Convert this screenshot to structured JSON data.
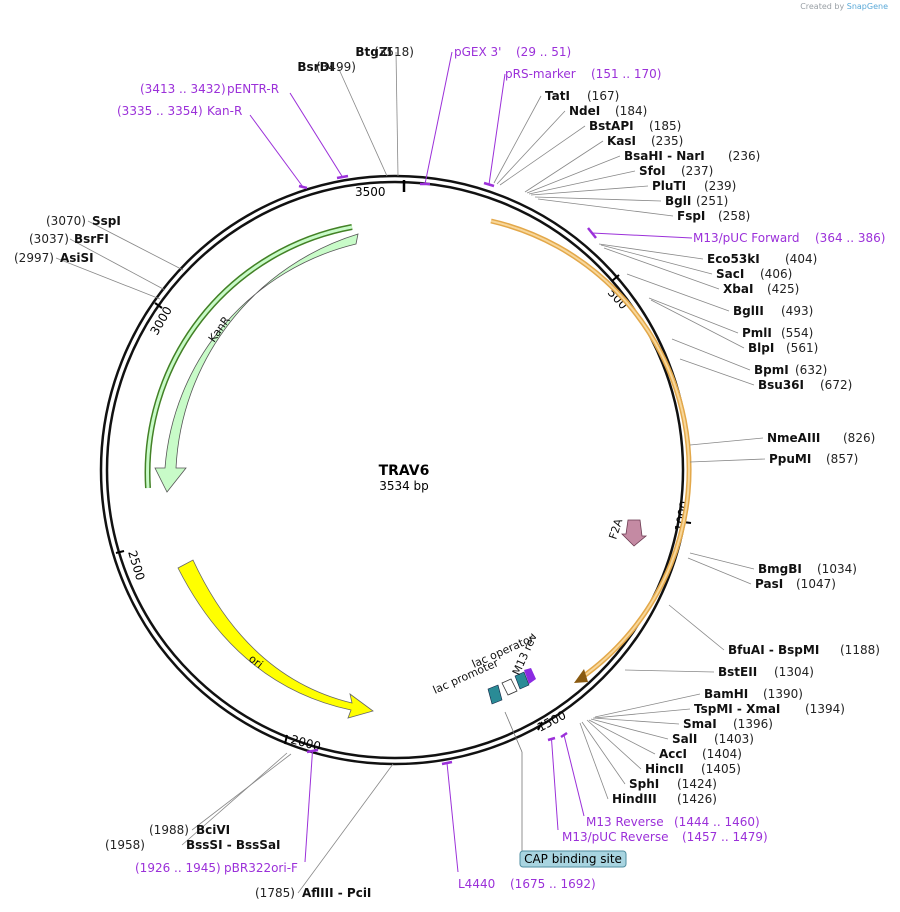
{
  "credit": {
    "prefix": "Created by",
    "brand": "SnapGene"
  },
  "plasmid": {
    "name": "TRAV6",
    "length_label": "3534 bp",
    "length": 3534
  },
  "colors": {
    "primer": "#9b30d9",
    "backbone": "#111111",
    "kanr": "#c8fbc8",
    "ori": "#ffff00",
    "f2a": "#c48aa3",
    "cds": "#f5c06b",
    "lac": "#2a8b96",
    "cap": "#a8d4e0"
  },
  "ticks": [
    "500",
    "1000",
    "1500",
    "2000",
    "2500",
    "3000",
    "3500"
  ],
  "enzymes": [
    {
      "name": "BtgZI",
      "pos": "(3518)"
    },
    {
      "name": "BsrDI",
      "pos": "(3499)"
    },
    {
      "name": "TatI",
      "pos": "(167)"
    },
    {
      "name": "NdeI",
      "pos": "(184)"
    },
    {
      "name": "BstAPI",
      "pos": "(185)"
    },
    {
      "name": "KasI",
      "pos": "(235)"
    },
    {
      "name": "BsaHI - NarI",
      "pos": "(236)"
    },
    {
      "name": "SfoI",
      "pos": "(237)"
    },
    {
      "name": "PluTI",
      "pos": "(239)"
    },
    {
      "name": "BglI",
      "pos": "(251)"
    },
    {
      "name": "FspI",
      "pos": "(258)"
    },
    {
      "name": "Eco53kI",
      "pos": "(404)"
    },
    {
      "name": "SacI",
      "pos": "(406)"
    },
    {
      "name": "XbaI",
      "pos": "(425)"
    },
    {
      "name": "BglII",
      "pos": "(493)"
    },
    {
      "name": "PmlI",
      "pos": "(554)"
    },
    {
      "name": "BlpI",
      "pos": "(561)"
    },
    {
      "name": "BpmI",
      "pos": "(632)"
    },
    {
      "name": "Bsu36I",
      "pos": "(672)"
    },
    {
      "name": "NmeAIII",
      "pos": "(826)"
    },
    {
      "name": "PpuMI",
      "pos": "(857)"
    },
    {
      "name": "BmgBI",
      "pos": "(1034)"
    },
    {
      "name": "PasI",
      "pos": "(1047)"
    },
    {
      "name": "BfuAI - BspMI",
      "pos": "(1188)"
    },
    {
      "name": "BstEII",
      "pos": "(1304)"
    },
    {
      "name": "BamHI",
      "pos": "(1390)"
    },
    {
      "name": "TspMI - XmaI",
      "pos": "(1394)"
    },
    {
      "name": "SmaI",
      "pos": "(1396)"
    },
    {
      "name": "SalI",
      "pos": "(1403)"
    },
    {
      "name": "AccI",
      "pos": "(1404)"
    },
    {
      "name": "HincII",
      "pos": "(1405)"
    },
    {
      "name": "SphI",
      "pos": "(1424)"
    },
    {
      "name": "HindIII",
      "pos": "(1426)"
    },
    {
      "name": "AflIII - PciI",
      "pos": "(1785)"
    },
    {
      "name": "BssSI - BssSaI",
      "pos": "(1958)"
    },
    {
      "name": "BciVI",
      "pos": "(1988)"
    },
    {
      "name": "AsiSI",
      "pos": "(2997)"
    },
    {
      "name": "BsrFI",
      "pos": "(3037)"
    },
    {
      "name": "SspI",
      "pos": "(3070)"
    }
  ],
  "primers": [
    {
      "name": "pGEX 3'",
      "range": "(29 .. 51)"
    },
    {
      "name": "pRS-marker",
      "range": "(151 .. 170)"
    },
    {
      "name": "M13/pUC Forward",
      "range": "(364 .. 386)"
    },
    {
      "name": "M13 Reverse",
      "range": "(1444 .. 1460)"
    },
    {
      "name": "M13/pUC Reverse",
      "range": "(1457 .. 1479)"
    },
    {
      "name": "L4440",
      "range": "(1675 .. 1692)"
    },
    {
      "name": "pBR322ori-F",
      "range": "(1926 .. 1945)"
    },
    {
      "name": "Kan-R",
      "range": "(3335 .. 3354)"
    },
    {
      "name": "pENTR-R",
      "range": "(3413 .. 3432)"
    }
  ],
  "features": {
    "kanr": "KanR",
    "ori": "ori",
    "f2a": "F2A",
    "lac_operator": "lac operator",
    "lac_promoter": "lac promoter",
    "m13_rev": "M13 rev",
    "cap": "CAP binding site"
  }
}
